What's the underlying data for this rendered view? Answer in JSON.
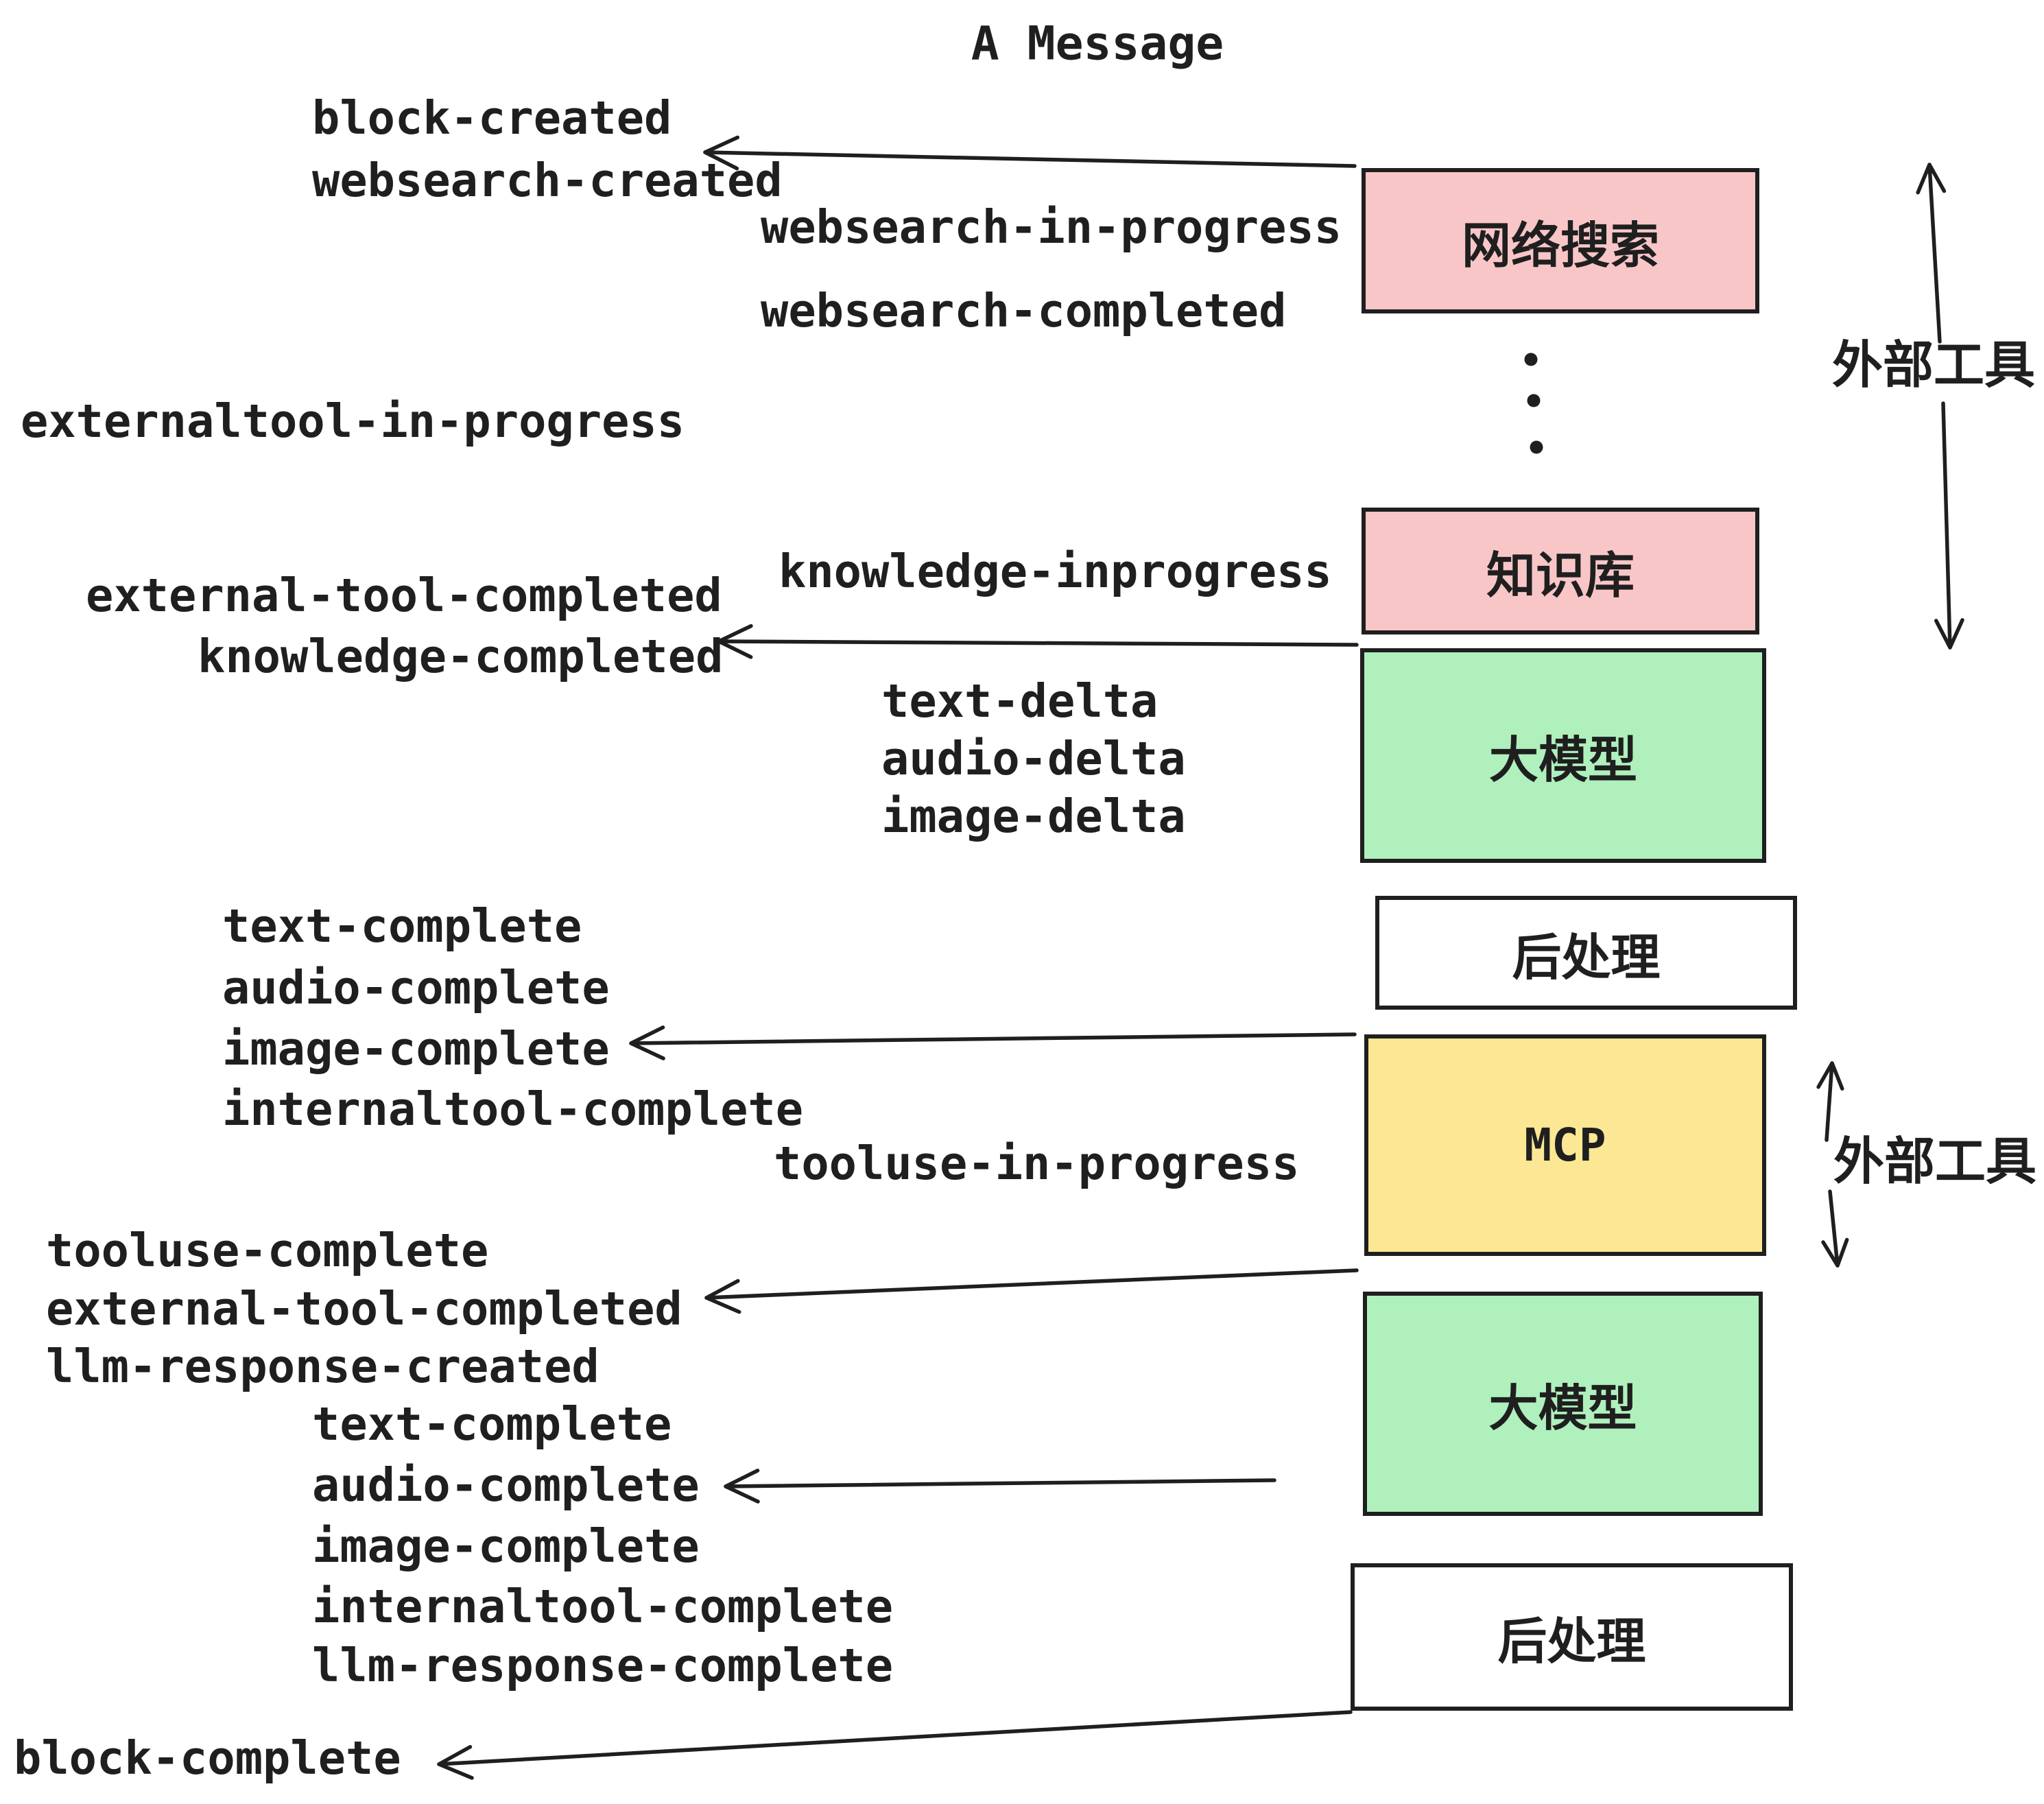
{
  "title": "A Message",
  "colors": {
    "ink": "#1F1F1F",
    "pink": "#F9C6C8",
    "green": "#AFF0BD",
    "yellow": "#FCE794",
    "white": "#FFFFFF"
  },
  "event_labels": [
    {
      "id": "block-created",
      "text": "block-created"
    },
    {
      "id": "websearch-created",
      "text": "websearch-created"
    },
    {
      "id": "websearch-in-progress",
      "text": "websearch-in-progress"
    },
    {
      "id": "websearch-completed",
      "text": "websearch-completed"
    },
    {
      "id": "externaltool-in-progress",
      "text": "externaltool-in-progress"
    },
    {
      "id": "knowledge-inprogress",
      "text": "knowledge-inprogress"
    },
    {
      "id": "external-tool-completed-1",
      "text": "external-tool-completed"
    },
    {
      "id": "knowledge-completed",
      "text": "knowledge-completed"
    },
    {
      "id": "text-delta-1",
      "text": "text-delta"
    },
    {
      "id": "audio-delta-1",
      "text": "audio-delta"
    },
    {
      "id": "image-delta-1",
      "text": "image-delta"
    },
    {
      "id": "text-complete-1",
      "text": "text-complete"
    },
    {
      "id": "audio-complete-1",
      "text": "audio-complete"
    },
    {
      "id": "image-complete-1",
      "text": "image-complete"
    },
    {
      "id": "internaltool-complete-1",
      "text": "internaltool-complete"
    },
    {
      "id": "tooluse-in-progress",
      "text": "tooluse-in-progress"
    },
    {
      "id": "tooluse-complete",
      "text": "tooluse-complete"
    },
    {
      "id": "external-tool-completed-2",
      "text": "external-tool-completed"
    },
    {
      "id": "llm-response-created",
      "text": "llm-response-created"
    },
    {
      "id": "text-complete-2",
      "text": "text-complete"
    },
    {
      "id": "audio-complete-2",
      "text": "audio-complete"
    },
    {
      "id": "image-complete-2",
      "text": "image-complete"
    },
    {
      "id": "internaltool-complete-2",
      "text": "internaltool-complete"
    },
    {
      "id": "llm-response-complete",
      "text": "llm-response-complete"
    },
    {
      "id": "block-complete",
      "text": "block-complete"
    }
  ],
  "boxes": [
    {
      "id": "websearch-box",
      "label": "网络搜索",
      "fill": "#F9C6C8"
    },
    {
      "id": "knowledge-box",
      "label": "知识库",
      "fill": "#F9C6C8"
    },
    {
      "id": "llm-box-1",
      "label": "大模型",
      "fill": "#AFF0BD"
    },
    {
      "id": "postprocess-box-1",
      "label": "后处理",
      "fill": "#FFFFFF"
    },
    {
      "id": "mcp-box",
      "label": "MCP",
      "fill": "#FCE794"
    },
    {
      "id": "llm-box-2",
      "label": "大模型",
      "fill": "#AFF0BD"
    },
    {
      "id": "postprocess-box-2",
      "label": "后处理",
      "fill": "#FFFFFF"
    }
  ],
  "side_labels": [
    {
      "id": "external-tools-1",
      "text": "外部工具"
    },
    {
      "id": "external-tools-2",
      "text": "外部工具"
    }
  ],
  "ellipsis_dots_count": 3
}
